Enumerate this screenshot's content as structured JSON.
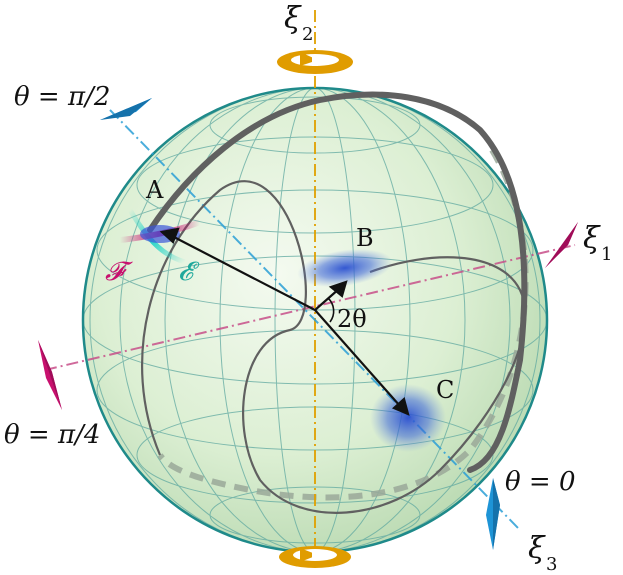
{
  "labels": {
    "xi2": "ξ",
    "xi2_sub": "2",
    "xi1": "ξ",
    "xi1_sub": "1",
    "xi3": "ξ",
    "xi3_sub": "3",
    "theta_pi2": "θ = π/2",
    "theta_pi4": "θ = π/4",
    "theta_0": "θ = 0",
    "point_a": "A",
    "point_b": "B",
    "point_c": "C",
    "f_label": "𝓕",
    "e_label": "𝓔",
    "angle": "2θ"
  },
  "colors": {
    "sphere_fill": "#dcefd3",
    "sphere_edge": "#1f8a8a",
    "grid": "#5fa8a0",
    "xi2_axis": "#e0a000",
    "xi1_axis": "#c8508a",
    "xi3_axis": "#2b9fd6",
    "magenta_marker": "#c8106e",
    "blue_marker": "#1e94d6",
    "orange_marker": "#e09c00",
    "curve": "#606060",
    "blob": "#2a4fd0",
    "cyan_arc": "#2ad5c8"
  }
}
